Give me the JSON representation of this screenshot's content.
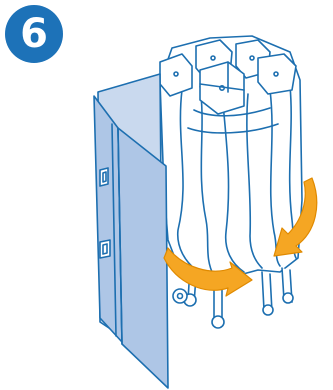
{
  "step": {
    "number": "6"
  },
  "colors": {
    "badge": "#1d72b8",
    "line": "#1d6fb0",
    "panel_fill": "#aec6e6",
    "panel_inner": "#c9d9ee",
    "arrow": "#f5a623",
    "arrow_edge": "#e08a00",
    "background": "#ffffff"
  },
  "icons": [
    "step-number-badge",
    "storage-box-panels",
    "folded-tent-frame",
    "insert-arrow-left",
    "insert-arrow-right"
  ]
}
